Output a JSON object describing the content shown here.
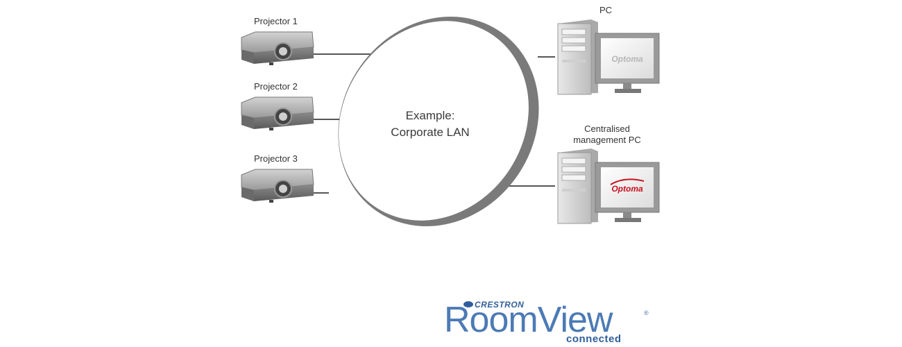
{
  "diagram": {
    "projectors": [
      {
        "label": "Projector 1"
      },
      {
        "label": "Projector 2"
      },
      {
        "label": "Projector 3"
      }
    ],
    "network": {
      "line1": "Example:",
      "line2": "Corporate LAN"
    },
    "computers": [
      {
        "label": "PC",
        "screen_logo": "Optoma"
      },
      {
        "label_line1": "Centralised",
        "label_line2": "management PC",
        "screen_logo": "Optoma"
      }
    ]
  },
  "branding": {
    "crestron": "CRESTRON",
    "product": "RoomView",
    "registered": "®",
    "tagline": "connected"
  },
  "colors": {
    "device_gray": "#8c8c8c",
    "lan_border": "#6f6f6f",
    "optoma_red": "#c8101e",
    "logo_blue": "#4c7ab5"
  }
}
